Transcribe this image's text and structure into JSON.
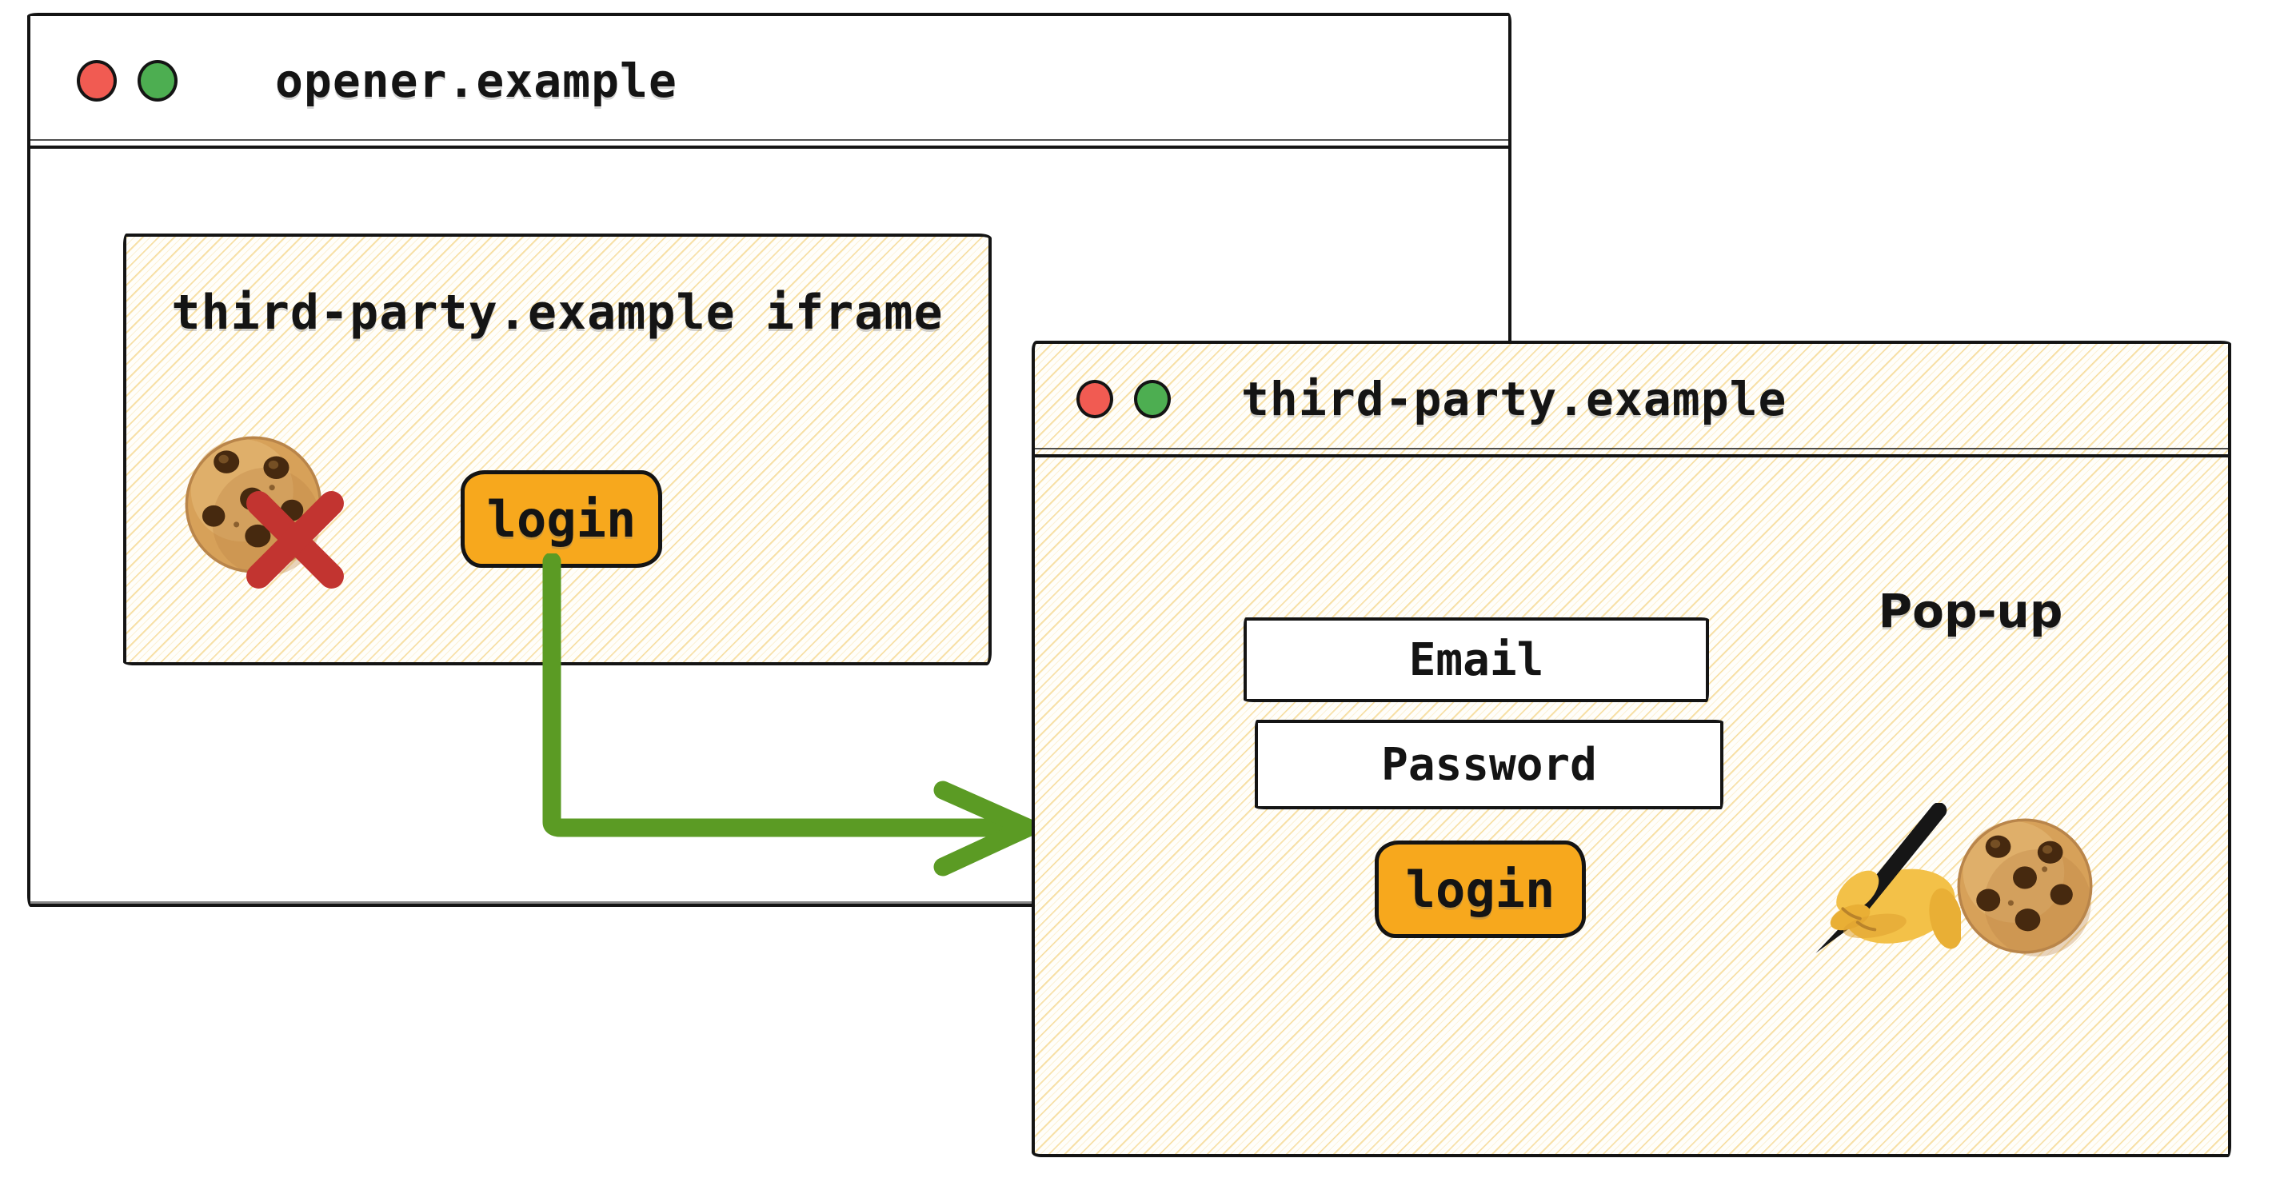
{
  "opener_window": {
    "title": "opener.example",
    "iframe": {
      "title": "third-party.example iframe",
      "login_button": "login"
    }
  },
  "popup_window": {
    "title": "third-party.example",
    "label": "Pop-up",
    "email_placeholder": "Email",
    "password_placeholder": "Password",
    "login_button": "login"
  },
  "icons": {
    "opener_traffic_lights": [
      "red-circle-icon",
      "green-circle-icon"
    ],
    "popup_traffic_lights": [
      "red-circle-icon",
      "green-circle-icon"
    ],
    "blocked_cookie": "cookie-icon",
    "blocked_mark": "red-x-icon",
    "flow_arrow": "green-elbow-arrow-icon",
    "signing": "writing-hand-icon",
    "popup_cookie": "cookie-icon"
  },
  "colors": {
    "ink": "#141414",
    "button_orange": "#F7A81D",
    "arrow_green": "#5B9B24",
    "cross_red": "#C23430",
    "traffic_red": "#F15B52",
    "traffic_green": "#4DAE51",
    "hatch_yellow": "#F3CE74"
  }
}
